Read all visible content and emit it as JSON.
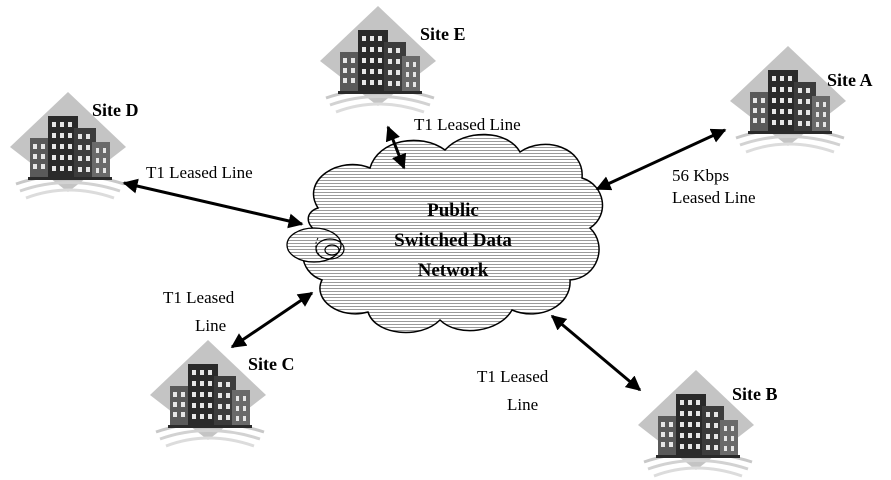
{
  "cloud": {
    "line1": "Public",
    "line2": "Switched Data",
    "line3": "Network"
  },
  "sites": {
    "a": "Site A",
    "b": "Site B",
    "c": "Site C",
    "d": "Site D",
    "e": "Site E"
  },
  "links": {
    "e": "T1 Leased Line",
    "d": "T1 Leased Line",
    "a_line1": "56 Kbps",
    "a_line2": "Leased Line",
    "c_line1": "T1 Leased",
    "c_line2": "Line",
    "b_line1": "T1 Leased",
    "b_line2": "Line"
  }
}
